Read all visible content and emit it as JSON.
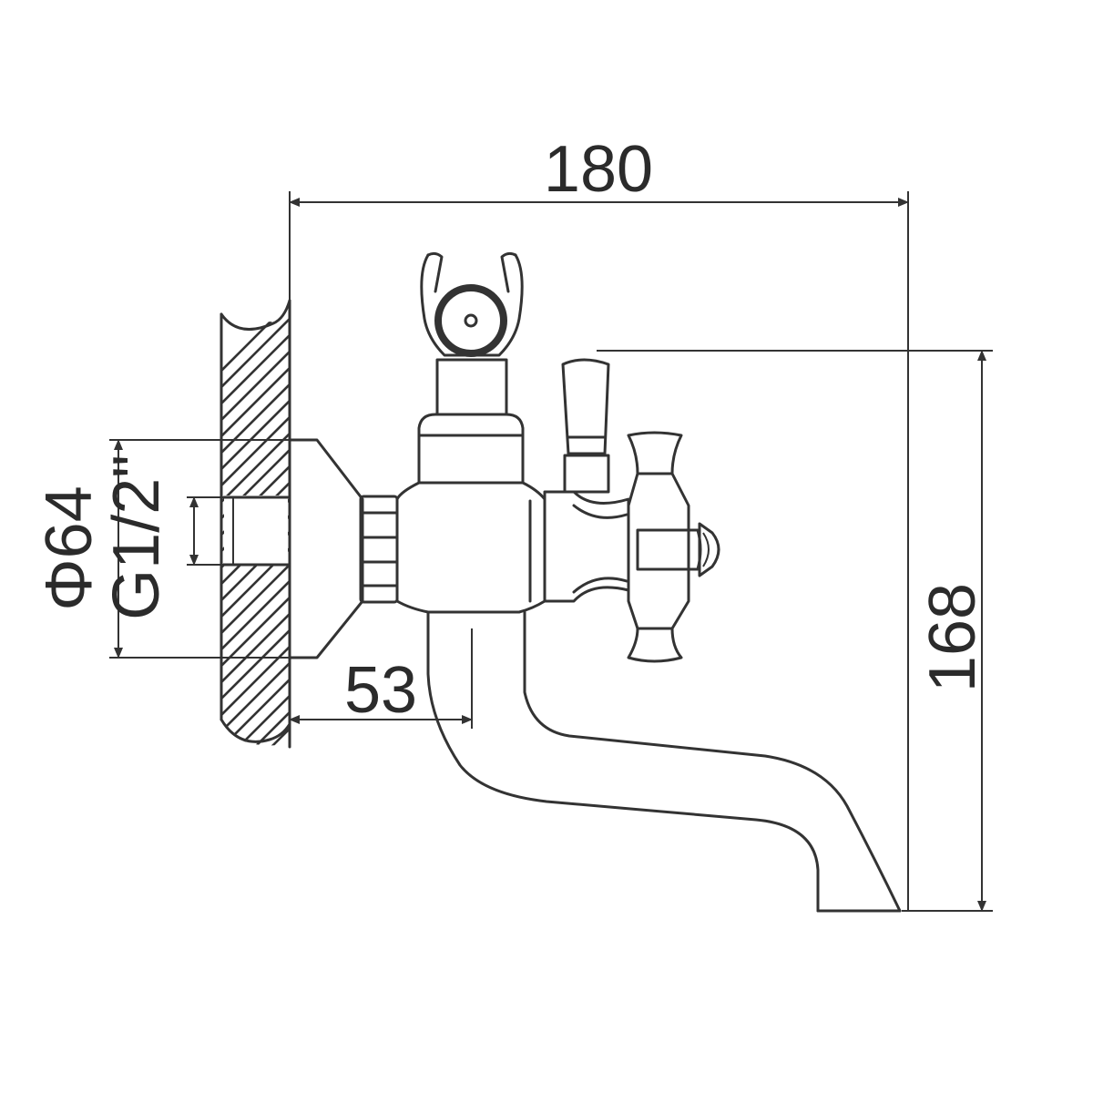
{
  "dimensions": {
    "overall_width": "180",
    "overall_height": "168",
    "flange_diameter": "Φ64",
    "thread": "G1/2\"",
    "wall_offset": "53"
  },
  "colors": {
    "line": "#333333",
    "background": "#ffffff"
  }
}
